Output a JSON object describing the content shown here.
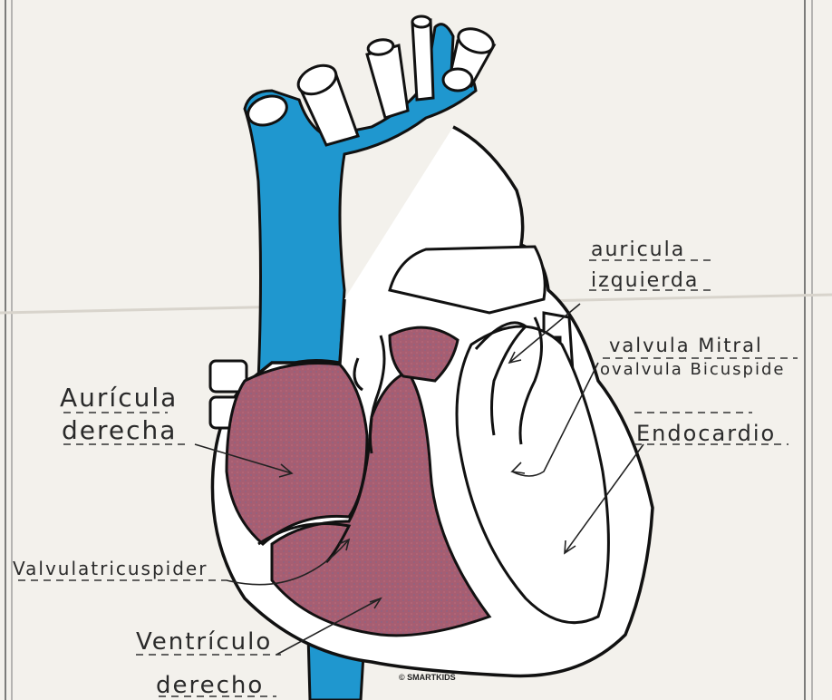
{
  "labels": {
    "auricula_derecha_1": "Aurícula",
    "auricula_derecha_2": "derecha",
    "auricula_izquierda_1": "auricula",
    "auricula_izquierda_2": "izquierda",
    "valvula_mitral_1": "valvula Mitral",
    "valvula_mitral_2": "ovalvula Bicuspide",
    "endocardio": "Endocardio",
    "valvula_tricuspide": "Valvulatricuspider",
    "ventriculo_derecho_1": "Ventrículo",
    "ventriculo_derecho_2": "derecho"
  },
  "credit": "© SMARTKIDS",
  "colors": {
    "vein_blue": "#1f97cf",
    "right_heart": "#a85f72",
    "paper": "#f3f1ec",
    "ink": "#111111"
  }
}
